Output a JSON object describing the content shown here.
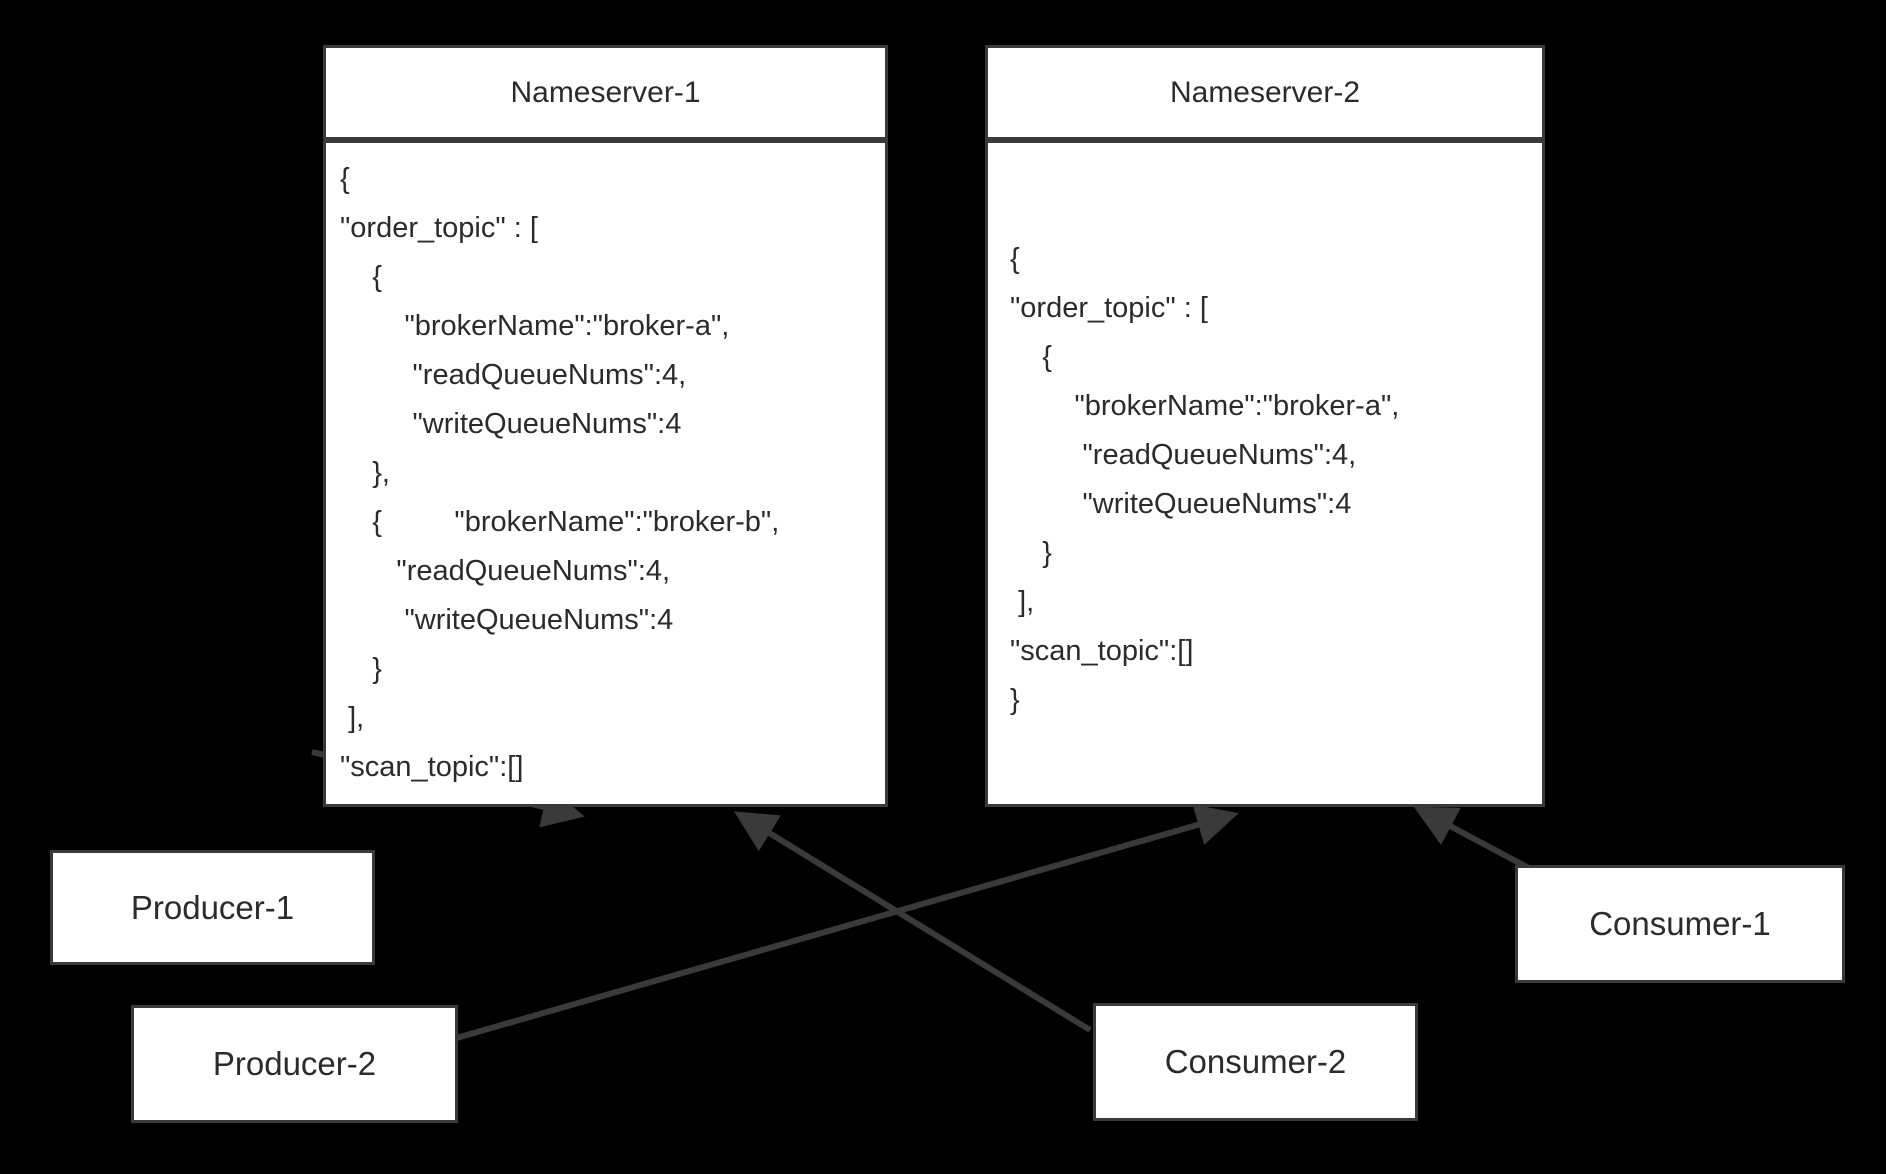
{
  "diagram": {
    "type": "architecture-diagram",
    "background_color": "#000000",
    "node_fill": "#ffffff",
    "node_stroke": "#3a3a3a",
    "text_color": "#2b2b2b"
  },
  "nameservers": [
    {
      "title": "Nameserver-1",
      "code": "{\n\"order_topic\" : [\n    {\n        \"brokerName\":\"broker-a\",\n         \"readQueueNums\":4,\n         \"writeQueueNums\":4\n    },\n    {         \"brokerName\":\"broker-b\",\n       \"readQueueNums\":4,\n        \"writeQueueNums\":4\n    }\n ],\n\"scan_topic\":[]\n}"
    },
    {
      "title": "Nameserver-2",
      "code": "{\n\"order_topic\" : [\n    {\n        \"brokerName\":\"broker-a\",\n         \"readQueueNums\":4,\n         \"writeQueueNums\":4\n    }\n ],\n\"scan_topic\":[]\n}"
    }
  ],
  "endpoints": [
    {
      "label": "Producer-1"
    },
    {
      "label": "Producer-2"
    },
    {
      "label": "Consumer-2"
    },
    {
      "label": "Consumer-1"
    }
  ],
  "connections": [
    {
      "from": "Producer-1",
      "to": "Nameserver-1"
    },
    {
      "from": "Producer-2",
      "to": "Nameserver-2"
    },
    {
      "from": "Consumer-2",
      "to": "Nameserver-1"
    },
    {
      "from": "Consumer-1",
      "to": "Nameserver-2"
    }
  ]
}
